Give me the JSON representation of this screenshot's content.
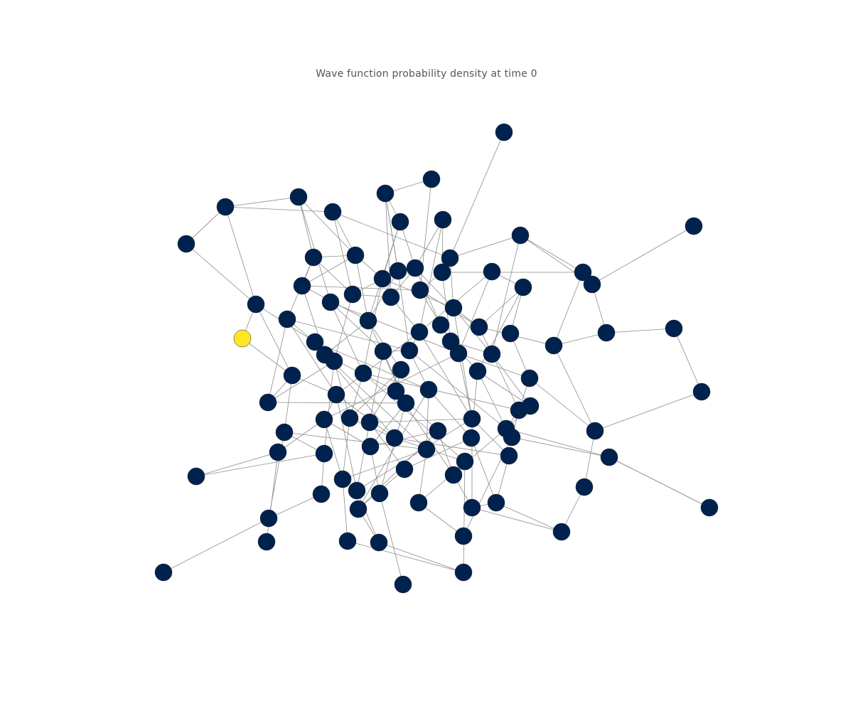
{
  "title": "Wave function probability density at time 0",
  "graph": {
    "layout": "force-directed",
    "node_count": 106,
    "nodes_color_default": "#00224e",
    "nodes_color_high": "#fde725",
    "highlighted_node_probability": 1.0,
    "other_nodes_probability": 0.0,
    "colormap": "cividis"
  }
}
